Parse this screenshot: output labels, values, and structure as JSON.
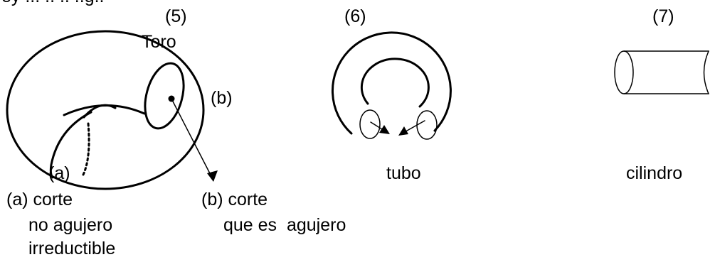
{
  "top_text": "ey  ... ..  .. ..g..",
  "figures": {
    "torus": {
      "number": "(5)",
      "title": "Toro",
      "cut_a_marker": "(a)",
      "cut_b_marker": "(b)",
      "cut_a_caption": [
        "(a) corte",
        "no agujero",
        "irreductible"
      ],
      "cut_b_caption": [
        "(b) corte",
        "que es  agujero"
      ]
    },
    "tube": {
      "number": "(6)",
      "caption": "tubo"
    },
    "cylinder": {
      "number": "(7)",
      "caption": "cilindro"
    }
  }
}
